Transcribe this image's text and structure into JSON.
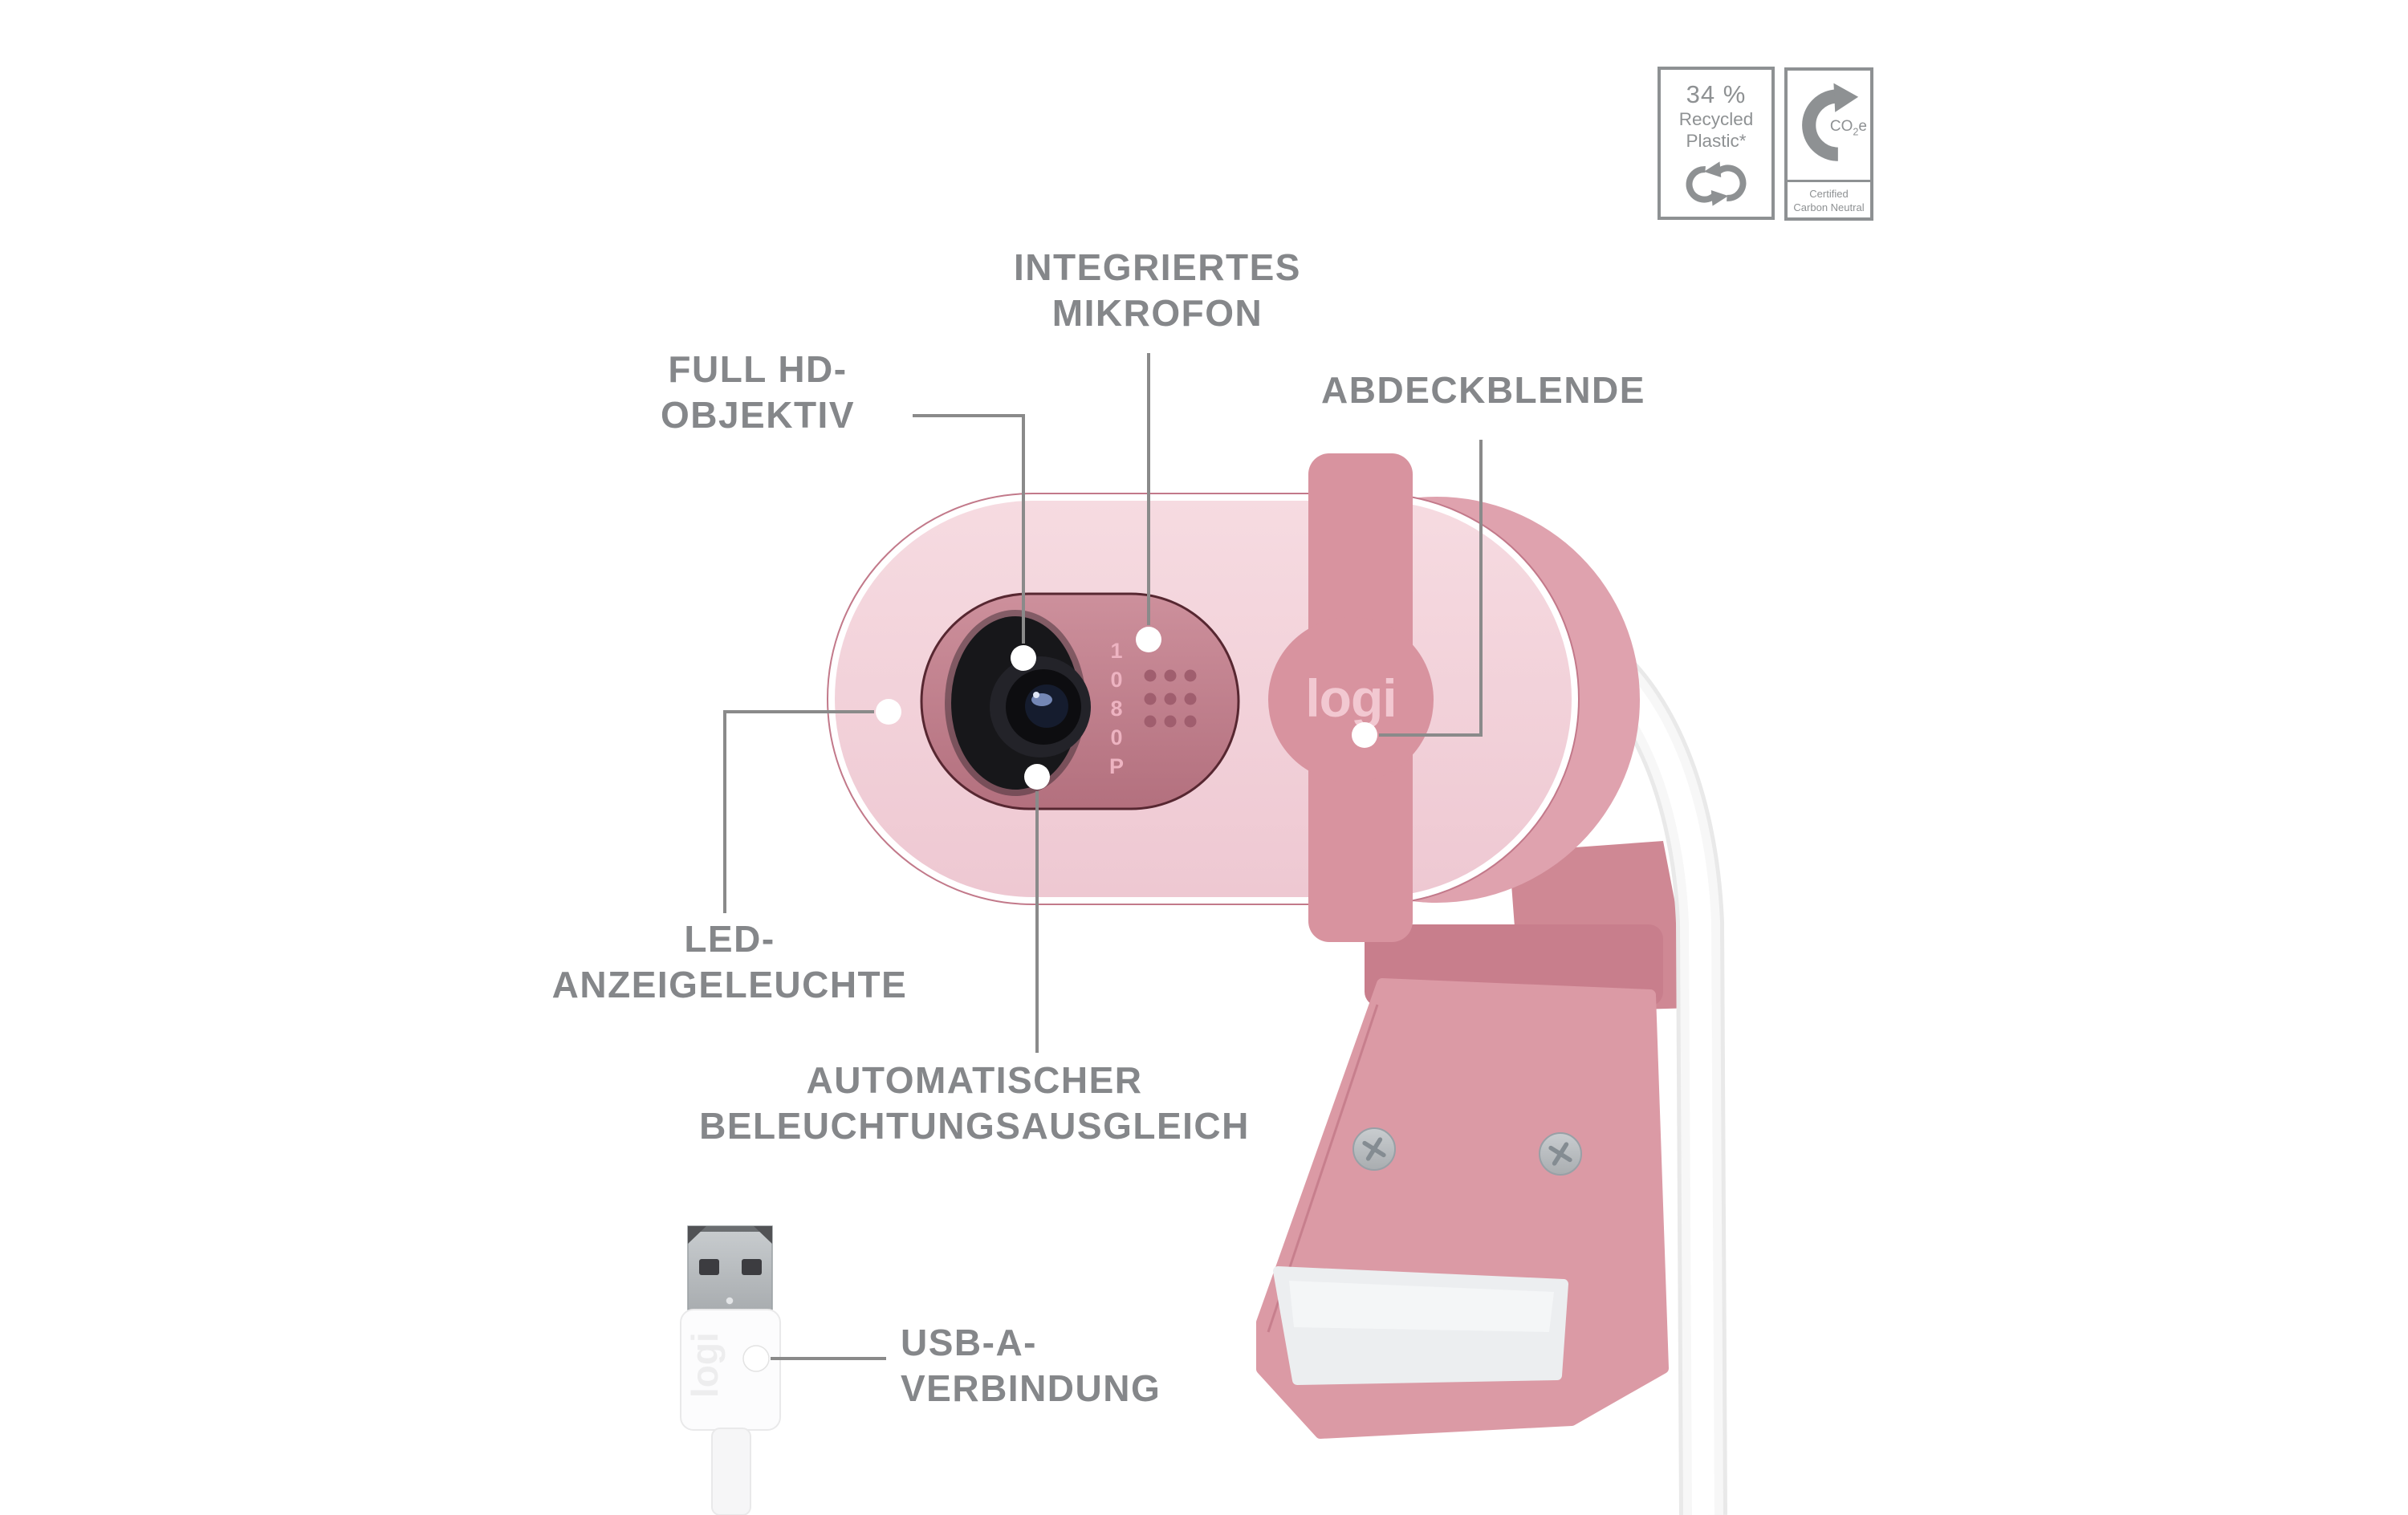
{
  "badges": {
    "recycled_plastic": {
      "value": "34 %",
      "material_line1": "Recycled",
      "material_line2": "Plastic*",
      "icon": "recycle-arrows-icon",
      "color": "#8e9193"
    },
    "carbon_neutral": {
      "gas_prefix": "CO",
      "gas_sub": "2",
      "gas_suffix": "e",
      "icon": "co2e-carbon-icon",
      "cert_line1": "Certified",
      "cert_line2": "Carbon Neutral"
    }
  },
  "callouts": {
    "microphone": {
      "label": "INTEGRIERTES\nMIKROFON"
    },
    "lens": {
      "label": "FULL HD-\nOBJEKTIV"
    },
    "shutter": {
      "label": "ABDECKBLENDE"
    },
    "led": {
      "label": "LED-\nANZEIGELEUCHTE"
    },
    "light_balance": {
      "label": "AUTOMATISCHER\nBELEUCHTUNGSAUSGLEICH"
    },
    "usb": {
      "label": "USB-A-\nVERBINDUNG"
    }
  },
  "webcam": {
    "brand_logo": "logi",
    "lens_marking": "1080P",
    "usb_plug_logo": "logi"
  },
  "colors": {
    "label_text": "#85878a",
    "leader_line": "#8a8a8a",
    "badge_gray": "#8e9193",
    "body_face": "#f2cfd8",
    "inner_panel": "#c5828f",
    "shutter_strip": "#d8939f",
    "body_cap": "#dfa2ae",
    "clip": "#db9aa5",
    "lens_marking_text": "#edb3c1",
    "logo_text": "#f2c8d1"
  }
}
